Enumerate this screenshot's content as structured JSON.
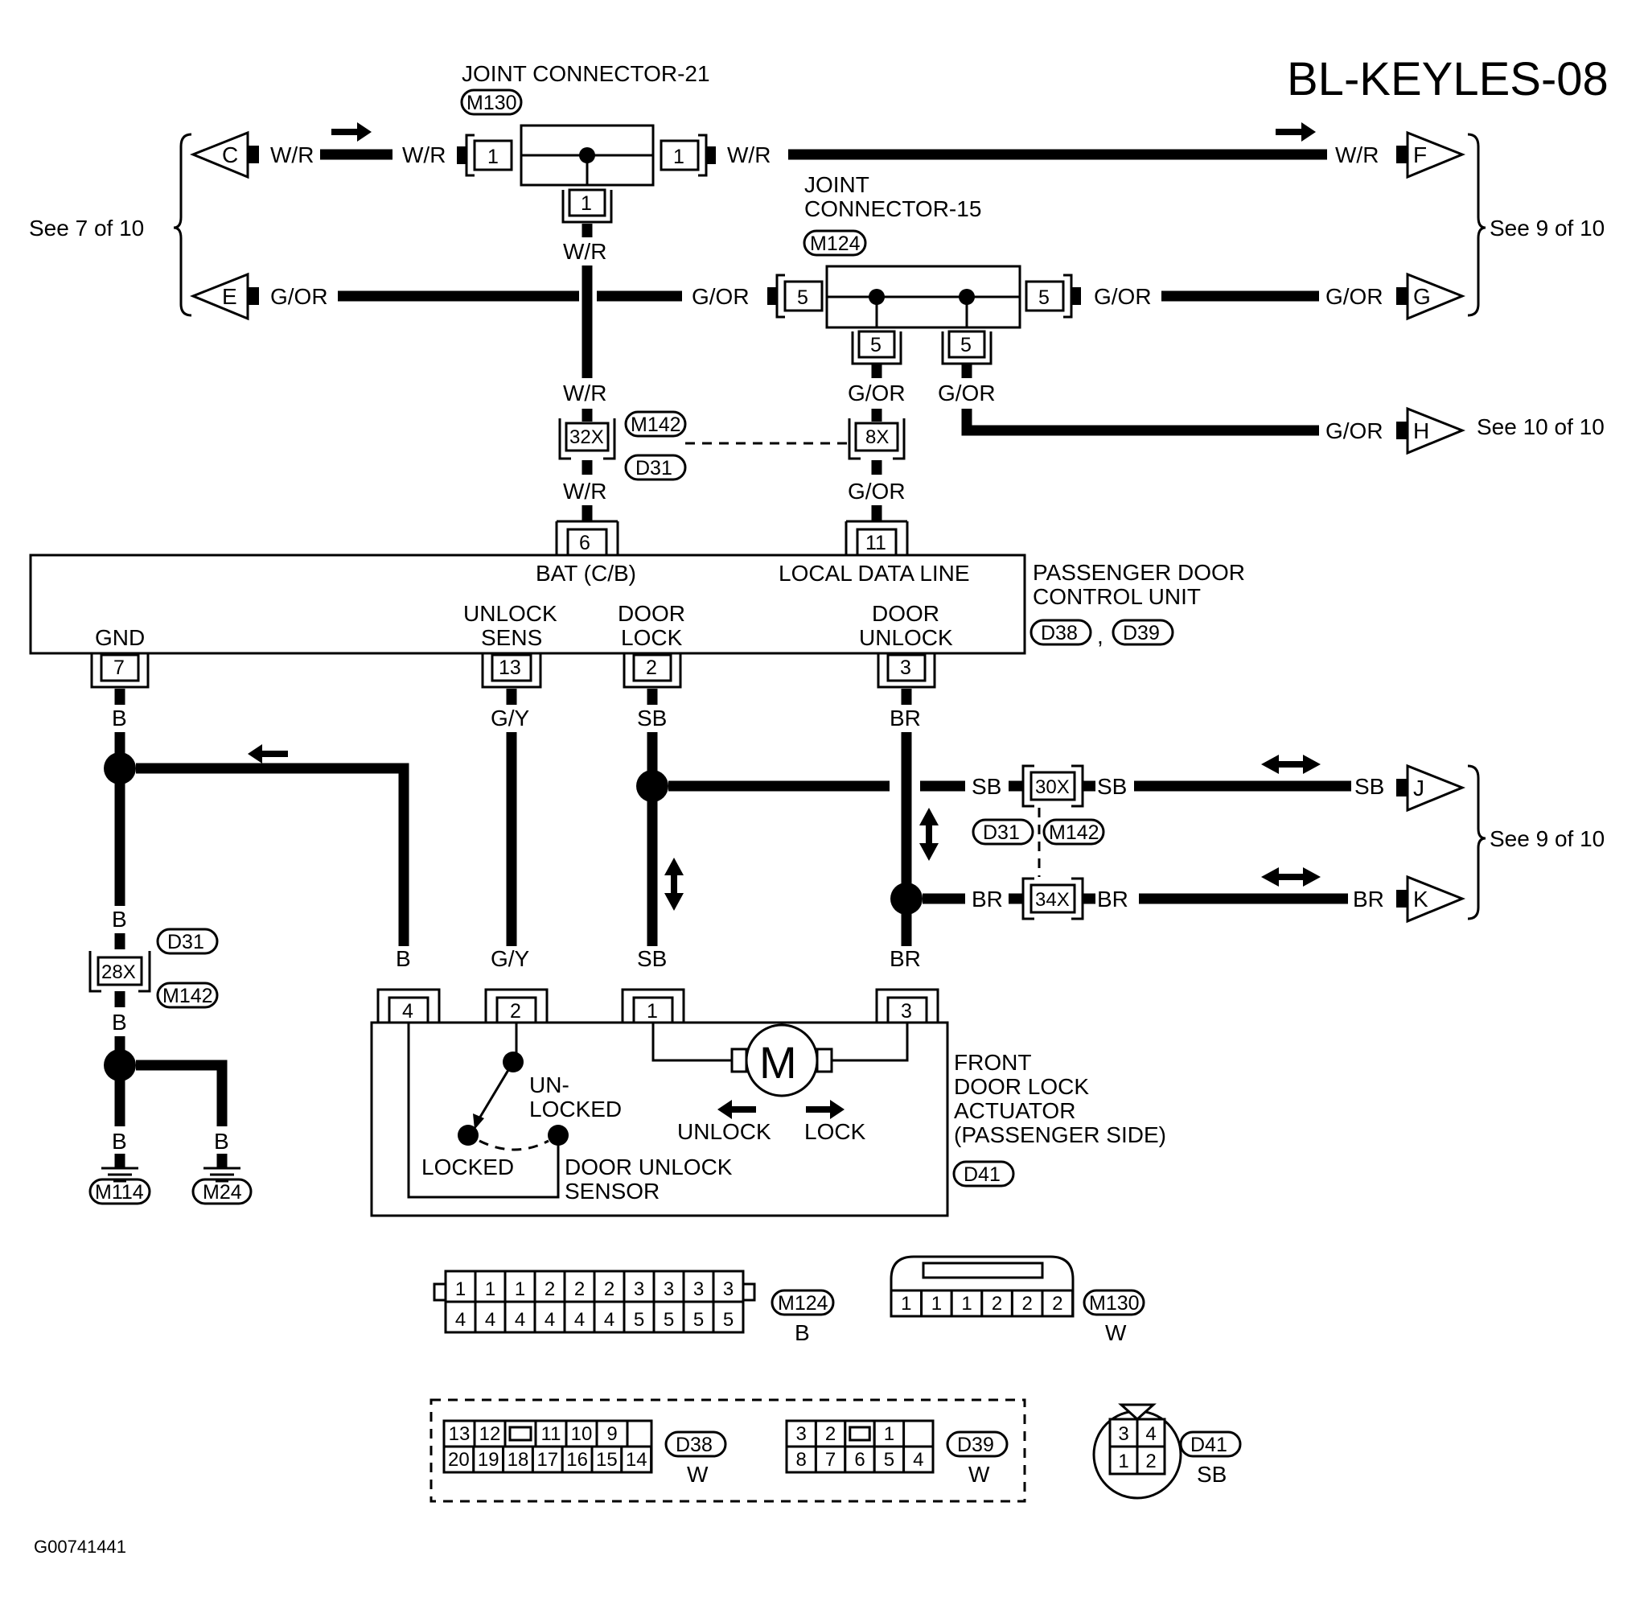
{
  "diagram_id": "BL-KEYLES-08",
  "figure_code": "G00741441",
  "refs": {
    "see7": "See 7 of 10",
    "see9": "See 9 of 10",
    "see10": "See 10 of 10"
  },
  "terminals": {
    "C": "C",
    "E": "E",
    "F": "F",
    "G": "G",
    "H": "H",
    "J": "J",
    "K": "K"
  },
  "wire_colors": {
    "wr": "W/R",
    "gor": "G/OR",
    "b": "B",
    "gy": "G/Y",
    "sb": "SB",
    "br": "BR"
  },
  "connectors": {
    "jc21_title": "JOINT CONNECTOR-21",
    "m130": "M130",
    "jc15_title1": "JOINT",
    "jc15_title2": "CONNECTOR-15",
    "m124": "M124",
    "m142": "M142",
    "d31": "D31",
    "d38": "D38",
    "d39": "D39",
    "d41": "D41",
    "m114": "M114",
    "m24": "M24",
    "c32x": "32X",
    "c8x": "8X",
    "c30x": "30X",
    "c34x": "34X",
    "c28x": "28X"
  },
  "pins": {
    "p1": "1",
    "p2": "2",
    "p3": "3",
    "p4": "4",
    "p5": "5",
    "p6": "6",
    "p7": "7",
    "p11": "11",
    "p13": "13"
  },
  "control_unit": {
    "name1": "PASSENGER DOOR",
    "name2": "CONTROL UNIT",
    "comma": ",",
    "bat": "BAT (C/B)",
    "local": "LOCAL DATA LINE",
    "gnd": "GND",
    "unlock1": "UNLOCK",
    "unlock2": "SENS",
    "lock1": "DOOR",
    "lock2": "LOCK",
    "dunlock1": "DOOR",
    "dunlock2": "UNLOCK"
  },
  "actuator": {
    "name1": "FRONT",
    "name2": "DOOR LOCK",
    "name3": "ACTUATOR",
    "name4": "(PASSENGER SIDE)",
    "motor": "M",
    "un": "UN-",
    "locked_top": "LOCKED",
    "locked": "LOCKED",
    "unlock": "UNLOCK",
    "lock": "LOCK",
    "sensor1": "DOOR UNLOCK",
    "sensor2": "SENSOR"
  },
  "connector_faces": {
    "m124_top": [
      "1",
      "1",
      "1",
      "2",
      "2",
      "2",
      "3",
      "3",
      "3",
      "3"
    ],
    "m124_bot": [
      "4",
      "4",
      "4",
      "4",
      "4",
      "4",
      "5",
      "5",
      "5",
      "5"
    ],
    "m124_color": "B",
    "m130_cells": [
      "1",
      "1",
      "1",
      "2",
      "2",
      "2"
    ],
    "m130_color": "W",
    "d38_top": [
      "13",
      "12",
      "",
      "11",
      "10",
      "9"
    ],
    "d38_bot": [
      "20",
      "19",
      "18",
      "17",
      "16",
      "15",
      "14"
    ],
    "d38_color": "W",
    "d39_top": [
      "3",
      "2",
      "",
      "1"
    ],
    "d39_bot": [
      "8",
      "7",
      "6",
      "5",
      "4"
    ],
    "d39_color": "W",
    "d41_cells": [
      "3",
      "4",
      "1",
      "2"
    ],
    "d41_color": "SB"
  }
}
